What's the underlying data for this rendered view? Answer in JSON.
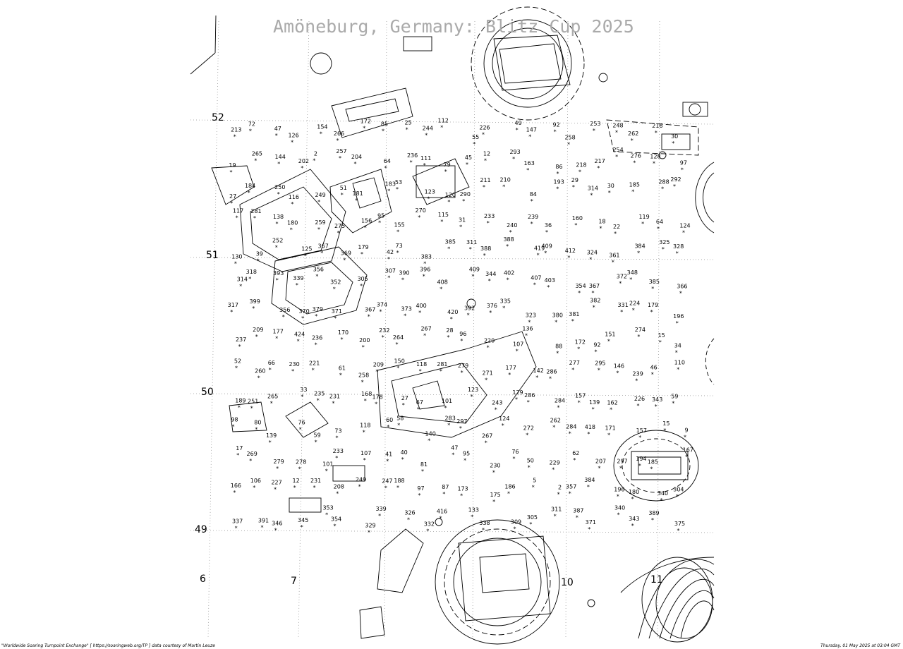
{
  "title": "Amöneburg, Germany: Blitz Cup 2025",
  "grid": {
    "northing_labels": [
      "52",
      "51",
      "50",
      "49"
    ],
    "easting_labels": [
      "6",
      "7",
      "10",
      "11"
    ]
  },
  "waypoints": [
    "213",
    "72",
    "47",
    "126",
    "154",
    "266",
    "172",
    "85",
    "25",
    "244",
    "112",
    "55",
    "226",
    "49",
    "147",
    "92",
    "258",
    "253",
    "248",
    "262",
    "216",
    "30",
    "19",
    "265",
    "144",
    "202",
    "2",
    "257",
    "204",
    "64",
    "236",
    "111",
    "79",
    "45",
    "12",
    "293",
    "163",
    "86",
    "218",
    "217",
    "254",
    "276",
    "128",
    "97",
    "27",
    "184",
    "250",
    "116",
    "249",
    "51",
    "181",
    "183",
    "53",
    "123",
    "120",
    "290",
    "211",
    "210",
    "84",
    "193",
    "29",
    "314",
    "30",
    "185",
    "288",
    "292",
    "117",
    "281",
    "138",
    "180",
    "259",
    "275",
    "156",
    "95",
    "155",
    "270",
    "115",
    "31",
    "233",
    "240",
    "239",
    "36",
    "160",
    "18",
    "22",
    "119",
    "64",
    "124",
    "130",
    "39",
    "252",
    "125",
    "367",
    "369",
    "179",
    "42",
    "73",
    "383",
    "385",
    "311",
    "388",
    "388",
    "419",
    "409",
    "412",
    "324",
    "361",
    "384",
    "325",
    "328",
    "314",
    "318",
    "393",
    "339",
    "356",
    "352",
    "305",
    "307",
    "390",
    "396",
    "408",
    "409",
    "344",
    "402",
    "407",
    "403",
    "354",
    "367",
    "372",
    "348",
    "385",
    "366",
    "317",
    "399",
    "356",
    "370",
    "379",
    "371",
    "367",
    "374",
    "373",
    "400",
    "420",
    "392",
    "376",
    "335",
    "323",
    "380",
    "381",
    "382",
    "331",
    "224",
    "179",
    "196",
    "237",
    "209",
    "177",
    "424",
    "236",
    "170",
    "200",
    "232",
    "264",
    "267",
    "28",
    "96",
    "220",
    "107",
    "136",
    "88",
    "172",
    "92",
    "151",
    "274",
    "15",
    "34",
    "52",
    "260",
    "66",
    "230",
    "221",
    "61",
    "258",
    "209",
    "150",
    "118",
    "281",
    "279",
    "271",
    "177",
    "142",
    "286",
    "277",
    "295",
    "146",
    "239",
    "46",
    "110",
    "189",
    "251",
    "265",
    "33",
    "235",
    "231",
    "168",
    "178",
    "27",
    "67",
    "101",
    "123",
    "243",
    "129",
    "286",
    "284",
    "157",
    "139",
    "162",
    "226",
    "343",
    "59",
    "98",
    "80",
    "139",
    "76",
    "59",
    "73",
    "118",
    "60",
    "58",
    "140",
    "283",
    "297",
    "267",
    "124",
    "272",
    "262",
    "284",
    "418",
    "171",
    "157",
    "15",
    "9",
    "17",
    "269",
    "279",
    "278",
    "101",
    "233",
    "107",
    "41",
    "40",
    "81",
    "47",
    "95",
    "230",
    "76",
    "50",
    "229",
    "62",
    "207",
    "297",
    "194",
    "185",
    "167",
    "166",
    "106",
    "227",
    "12",
    "231",
    "208",
    "249",
    "247",
    "188",
    "97",
    "87",
    "173",
    "175",
    "186",
    "5",
    "2",
    "357",
    "384",
    "196",
    "180",
    "340",
    "304",
    "337",
    "391",
    "346",
    "345",
    "353",
    "354",
    "329",
    "339",
    "326",
    "332",
    "416",
    "133",
    "338",
    "309",
    "305",
    "311",
    "387",
    "371",
    "340",
    "343",
    "389",
    "375"
  ],
  "footer": {
    "left": "\"Worldwide Soaring Turnpoint Exchange\" [ https://soaringweb.org/TP ] data courtesy of Martin Leuze",
    "right": "Thursday, 01 May 2025 at 03:04 GMT"
  }
}
